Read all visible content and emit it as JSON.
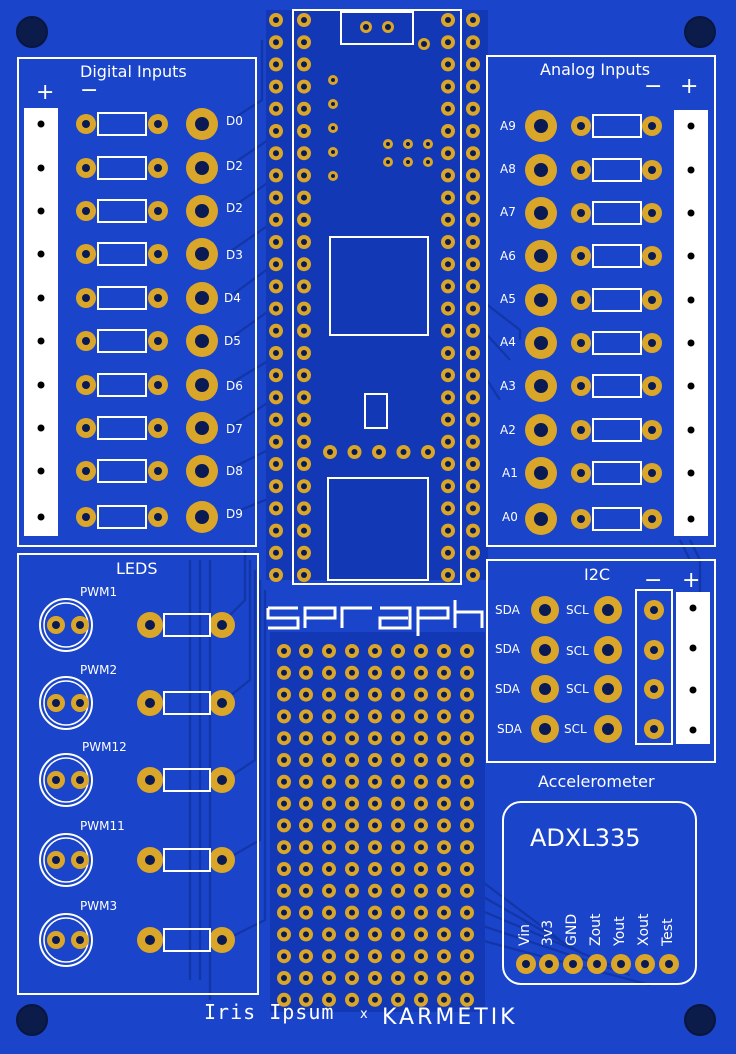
{
  "colors": {
    "board": "#1a44c9",
    "trace": "#1138b0",
    "silk": "#ffffff",
    "copper": "#d9a62a",
    "hole": "#0a1a55",
    "via_dark": "#0b1b4a"
  },
  "sections": {
    "digital": "Digital Inputs",
    "analog": "Analog Inputs",
    "leds": "LEDS",
    "i2c": "I2C",
    "accel": "Accelerometer"
  },
  "polarity": {
    "digital_plus": "+",
    "digital_minus": "−",
    "analog_minus": "−",
    "analog_plus": "+",
    "i2c_minus": "−",
    "i2c_plus": "+"
  },
  "digital_labels": [
    "D0",
    "D2",
    "D2",
    "D3",
    "D4",
    "D5",
    "D6",
    "D7",
    "D8",
    "D9"
  ],
  "analog_labels": [
    "A9",
    "A8",
    "A7",
    "A6",
    "A5",
    "A4",
    "A3",
    "A2",
    "A1",
    "A0"
  ],
  "led_labels": [
    "PWM1",
    "PWM2",
    "PWM12",
    "PWM11",
    "PWM3"
  ],
  "i2c": {
    "sda": [
      "SDA",
      "SDA",
      "SDA",
      "SDA"
    ],
    "scl": [
      "SCL",
      "SCL",
      "SCL",
      "SCL"
    ]
  },
  "accel": {
    "chip": "ADXL335",
    "pins": [
      "Vin",
      "3v3",
      "GND",
      "Zout",
      "Yout",
      "Xout",
      "Test"
    ]
  },
  "logo": "seraph",
  "credits": {
    "left": "Iris Ipsum",
    "sep": "x",
    "right": "KARMETIK"
  }
}
